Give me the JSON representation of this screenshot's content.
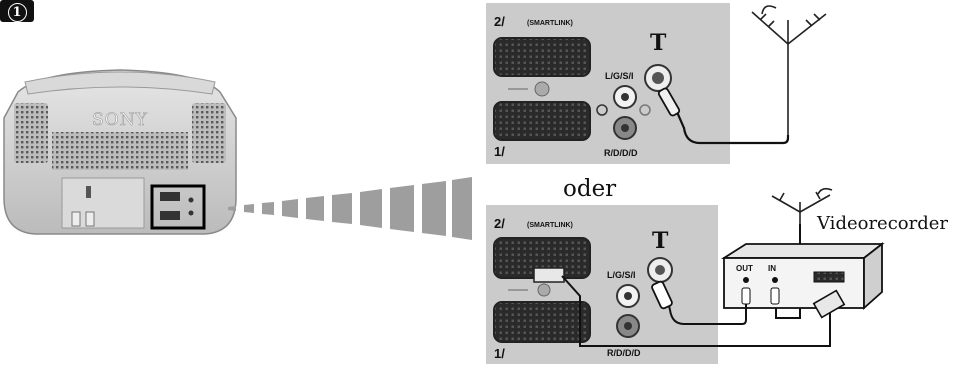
{
  "step_number": "1",
  "tv": {
    "brand": "SONY"
  },
  "panel_top": {
    "scart2_label": "2/",
    "smartlink": "(SMARTLINK)",
    "antenna_symbol": "T",
    "lgsi": "L/G/S/I",
    "rddd": "R/D/D/D",
    "scart1_label": "1/"
  },
  "separator": "oder",
  "panel_bottom": {
    "scart2_label": "2/",
    "smartlink": "(SMARTLINK)",
    "antenna_symbol": "T",
    "lgsi": "L/G/S/I",
    "rddd": "R/D/D/D",
    "scart1_label": "1/"
  },
  "vcr": {
    "label": "Videorecorder",
    "out": "OUT",
    "in": "IN"
  }
}
